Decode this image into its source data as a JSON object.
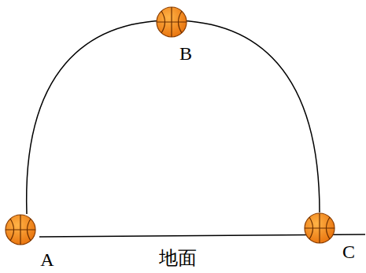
{
  "diagram": {
    "labels": [
      "B",
      "A",
      "地面",
      "C"
    ]
  }
}
